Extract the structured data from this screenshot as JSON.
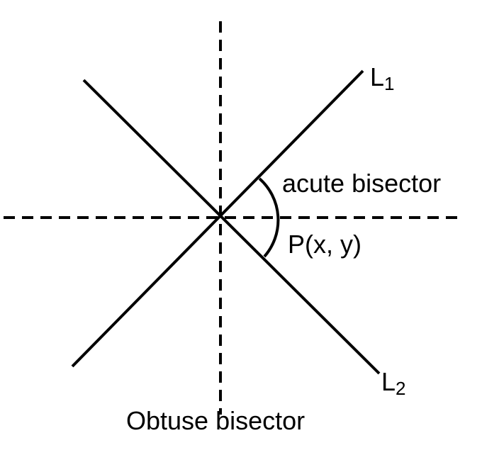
{
  "diagram": {
    "line1_label": "L",
    "line1_subscript": "1",
    "line2_label": "L",
    "line2_subscript": "2",
    "acute_label": "acute bisector",
    "point_label": "P(x, y)",
    "obtuse_label": "Obtuse bisector",
    "stroke_color": "#000000"
  }
}
